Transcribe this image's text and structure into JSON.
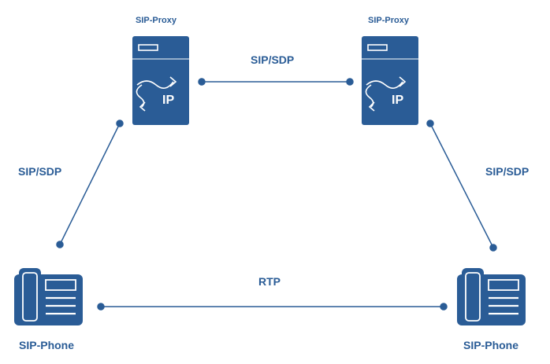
{
  "colors": {
    "primary": "#2a5c96",
    "background": "#ffffff",
    "device_fill": "#2a5c96",
    "device_detail": "#ffffff"
  },
  "nodes": {
    "proxy_left": {
      "label": "SIP-Proxy",
      "badge": "IP",
      "icon": "server-icon"
    },
    "proxy_right": {
      "label": "SIP-Proxy",
      "badge": "IP",
      "icon": "server-icon"
    },
    "phone_left": {
      "label": "SIP-Phone",
      "icon": "desk-phone-icon"
    },
    "phone_right": {
      "label": "SIP-Phone",
      "icon": "desk-phone-icon"
    }
  },
  "links": {
    "proxy_to_proxy": {
      "label": "SIP/SDP"
    },
    "left_phone_to_proxy": {
      "label": "SIP/SDP"
    },
    "right_phone_to_proxy": {
      "label": "SIP/SDP"
    },
    "phone_to_phone": {
      "label": "RTP"
    }
  }
}
